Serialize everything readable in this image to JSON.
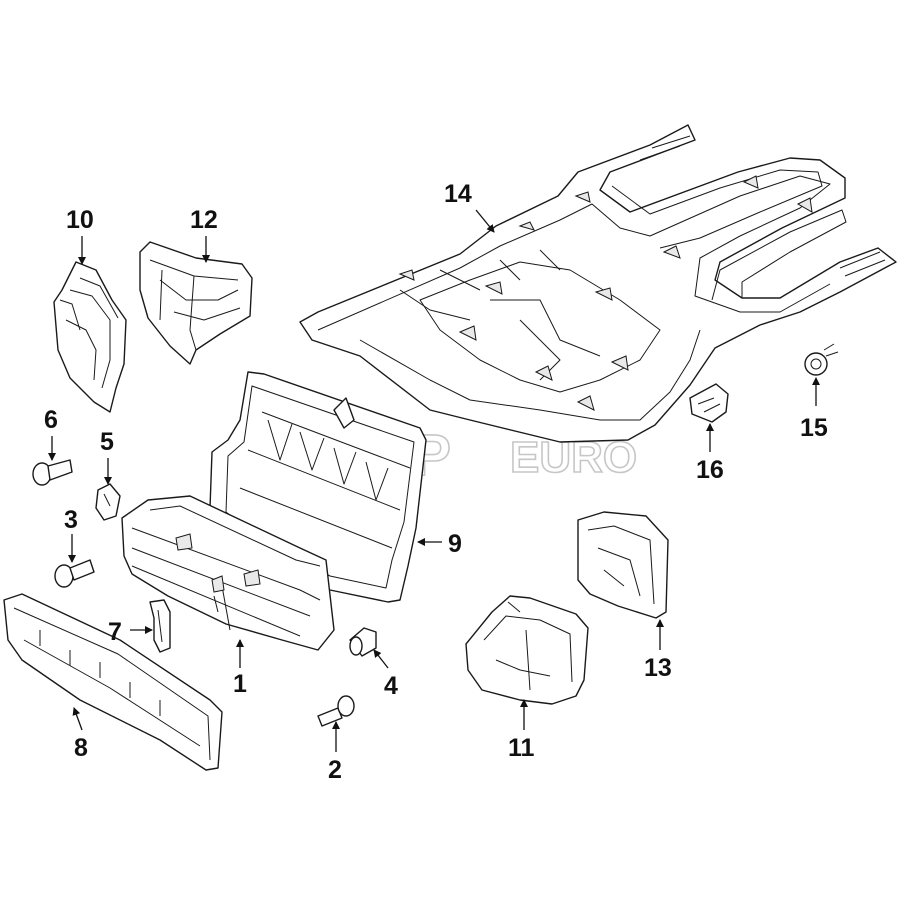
{
  "diagram": {
    "watermark": {
      "brand_part1": "FCP",
      "brand_part2": "EURO"
    },
    "callouts": [
      {
        "id": "1",
        "label": "1",
        "part": "grille-panel"
      },
      {
        "id": "2",
        "label": "2",
        "part": "screw"
      },
      {
        "id": "3",
        "label": "3",
        "part": "bolt"
      },
      {
        "id": "4",
        "label": "4",
        "part": "bumper-stop"
      },
      {
        "id": "5",
        "label": "5",
        "part": "clip-nut"
      },
      {
        "id": "6",
        "label": "6",
        "part": "bolt"
      },
      {
        "id": "7",
        "label": "7",
        "part": "bracket-clip"
      },
      {
        "id": "8",
        "label": "8",
        "part": "lower-deflector"
      },
      {
        "id": "9",
        "label": "9",
        "part": "air-duct-frame"
      },
      {
        "id": "10",
        "label": "10",
        "part": "left-air-guide"
      },
      {
        "id": "11",
        "label": "11",
        "part": "lower-air-duct"
      },
      {
        "id": "12",
        "label": "12",
        "part": "upper-air-duct"
      },
      {
        "id": "13",
        "label": "13",
        "part": "right-air-guide"
      },
      {
        "id": "14",
        "label": "14",
        "part": "underbody-shield"
      },
      {
        "id": "15",
        "label": "15",
        "part": "expanding-rivet"
      },
      {
        "id": "16",
        "label": "16",
        "part": "retainer-clip"
      }
    ]
  }
}
